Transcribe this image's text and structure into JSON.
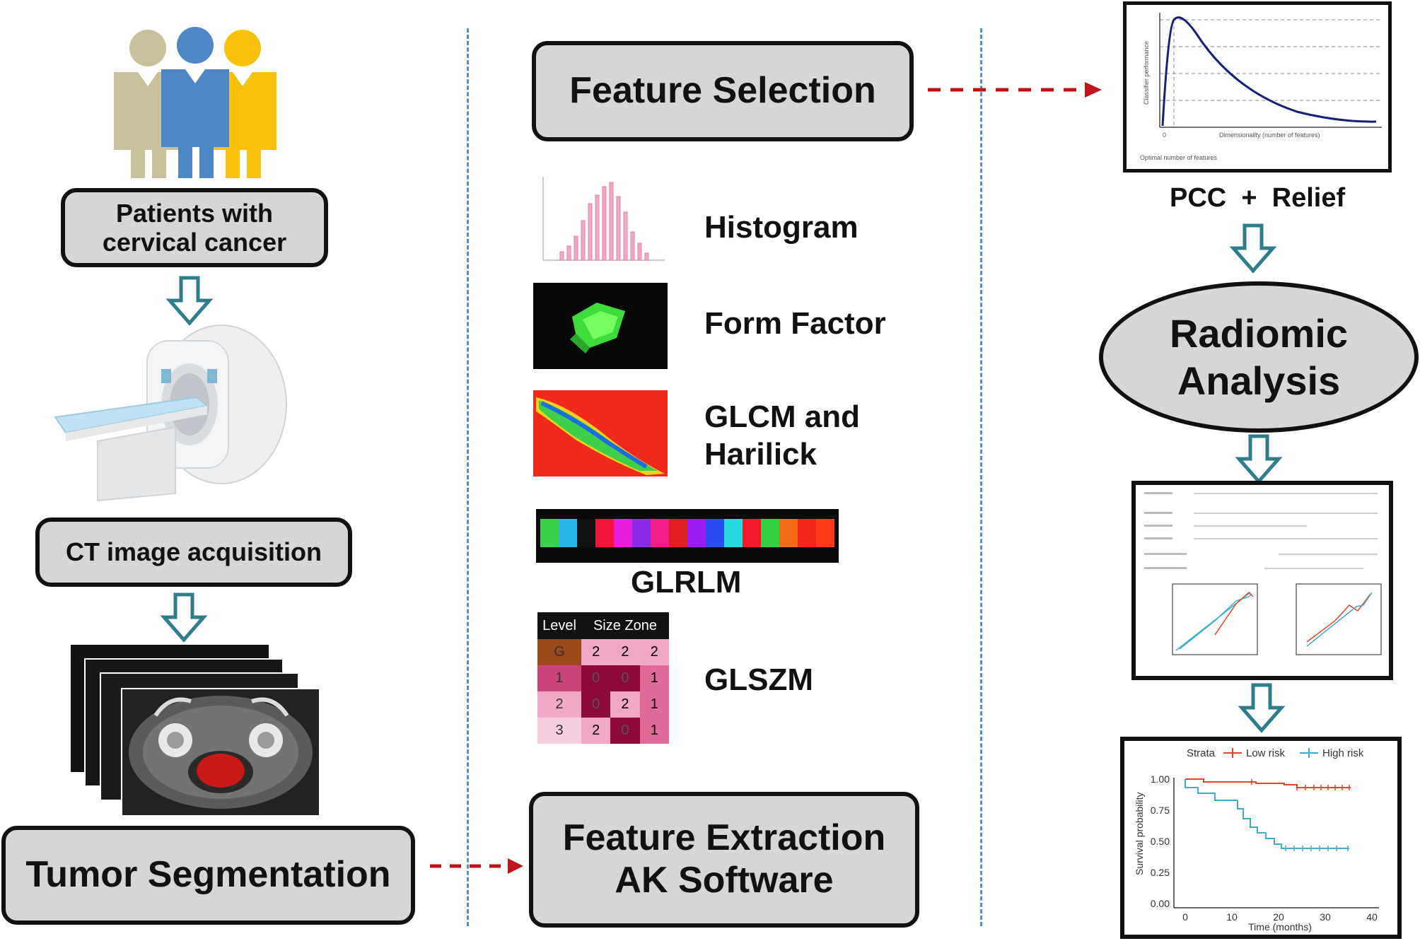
{
  "left": {
    "patients_label_line1": "Patients with",
    "patients_label_line2": "cervical cancer",
    "ct_label": "CT image acquisition",
    "tumor_label": "Tumor Segmentation"
  },
  "middle": {
    "feature_selection": "Feature Selection",
    "histogram": "Histogram",
    "form_factor": "Form Factor",
    "glcm_line1": "GLCM and",
    "glcm_line2": "Harilick",
    "glrlm": "GLRLM",
    "glszm": "GLSZM",
    "glszm_table": {
      "header_level": "Level",
      "header_size": "Size Zone",
      "rows": [
        {
          "level": "G",
          "cells": [
            "2",
            "2",
            "2"
          ]
        },
        {
          "level": "1",
          "cells": [
            "0",
            "0",
            "1"
          ]
        },
        {
          "level": "2",
          "cells": [
            "0",
            "2",
            "1"
          ]
        },
        {
          "level": "3",
          "cells": [
            "2",
            "0",
            "1"
          ]
        }
      ]
    },
    "extraction_line1": "Feature Extraction",
    "extraction_line2": "AK Software"
  },
  "right": {
    "pcc_relief": "PCC  +  Relief",
    "radiomic_line1": "Radiomic",
    "radiomic_line2": "Analysis",
    "perf_plot": {
      "ylabel": "Classifier performance",
      "xlabel": "Dimensionality (number of features)",
      "note": "Optimal number of features",
      "zero": "0"
    },
    "km": {
      "legend_title": "Strata",
      "low": "Low risk",
      "high": "High risk",
      "ylabel": "Survival probability",
      "xlabel": "Time (months)",
      "yticks": [
        "1.00",
        "0.75",
        "0.50",
        "0.25",
        "0.00"
      ],
      "xticks": [
        "0",
        "10",
        "20",
        "30",
        "40"
      ]
    }
  },
  "colors": {
    "box_fill": "#d6d6d6",
    "arrow_outline": "#2e7d8c",
    "dash_arrow": "#c0141a",
    "divider": "#5b8bc9",
    "low_risk": "#e8432d",
    "high_risk": "#3aaecb"
  },
  "icons": [
    "people-icon",
    "ct-scanner-icon",
    "ct-slices-icon",
    "hollow-down-arrow-icon"
  ]
}
